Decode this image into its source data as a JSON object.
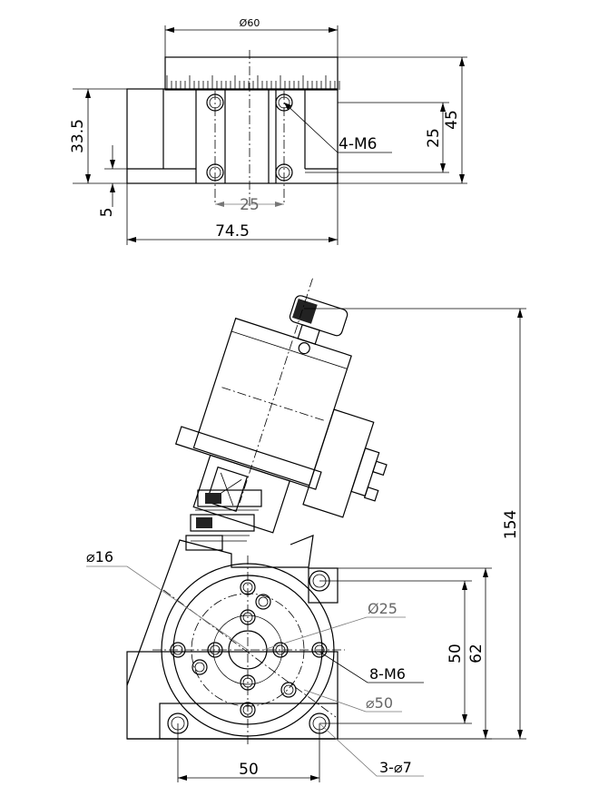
{
  "top_view": {
    "dim_diameter": "Ø60",
    "dim_height_left": "33.5",
    "dim_base": "5",
    "dim_holes_spacing": "25",
    "dim_width": "74.5",
    "dim_holes_callout": "4-M6",
    "dim_inner_height": "25",
    "dim_total_height": "45"
  },
  "front_view": {
    "dim_total_height": "154",
    "dim_dia16": "⌀16",
    "dim_dia25": "Ø25",
    "dim_holes_callout": "8-M6",
    "dim_dia50": "⌀50",
    "dim_mount_callout": "3-⌀7",
    "dim_base_width": "50",
    "dim_inner_height": "50",
    "dim_outer_height": "62"
  }
}
